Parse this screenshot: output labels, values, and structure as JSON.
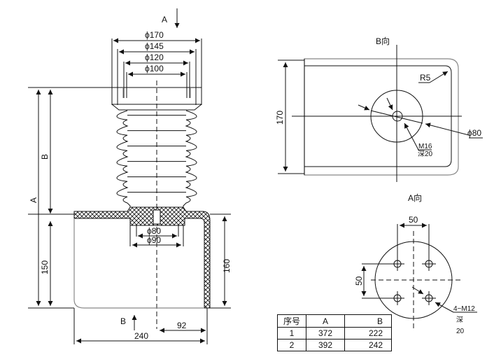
{
  "title": "Bushing insulator dimension drawing",
  "front_view": {
    "view_arrow_top": "A",
    "view_arrow_bottom": "B",
    "dims_top": [
      "ϕ170",
      "ϕ145",
      "ϕ120",
      "ϕ100"
    ],
    "dims_inner": [
      "ϕ80",
      "ϕ90"
    ],
    "dim_A": "A",
    "dim_B": "B",
    "dim_150": "150",
    "dim_160": "160",
    "dim_92": "92",
    "dim_240": "240"
  },
  "view_b": {
    "label": "B向",
    "height_dim": "170",
    "radius": "R5",
    "circle_dia": "ϕ80",
    "thread": "M16",
    "depth": "深20"
  },
  "view_a": {
    "label": "A向",
    "hspacing": "50",
    "vspacing": "50",
    "thread": "4−M12",
    "depth_label": "深",
    "depth_value": "20"
  },
  "table": {
    "headers": [
      "序号",
      "A",
      "B"
    ],
    "rows": [
      [
        "1",
        "372",
        "222"
      ],
      [
        "2",
        "392",
        "242"
      ]
    ]
  }
}
